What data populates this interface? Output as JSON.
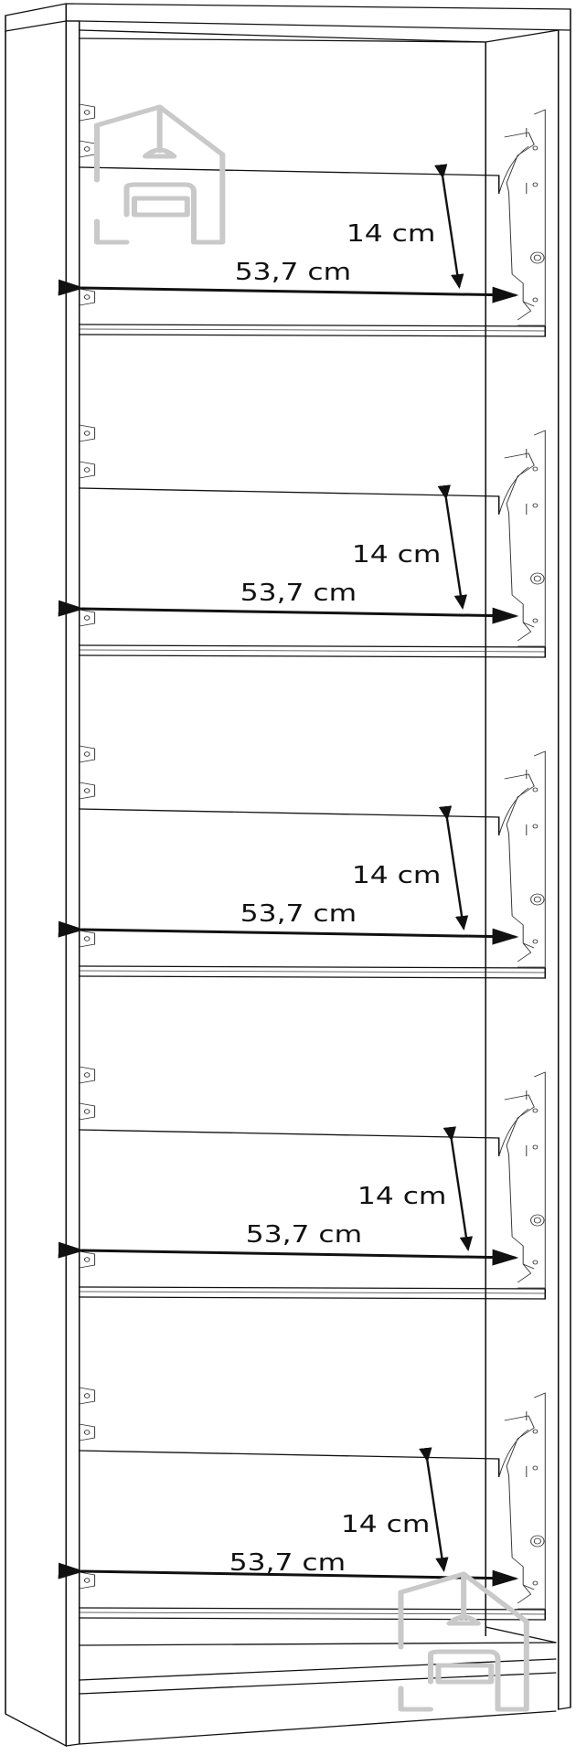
{
  "title": "Shoe cabinet with 5 tilting compartments - dimensions",
  "compartments": [
    {
      "height_label": "14 cm",
      "width_label": "53,7 cm"
    },
    {
      "height_label": "14 cm",
      "width_label": "53,7 cm"
    },
    {
      "height_label": "14 cm",
      "width_label": "53,7 cm"
    },
    {
      "height_label": "14 cm",
      "width_label": "53,7 cm"
    },
    {
      "height_label": "14 cm",
      "width_label": "53,7 cm"
    }
  ],
  "colors": {
    "line": "#111111",
    "watermark": "#c9c9c9"
  }
}
